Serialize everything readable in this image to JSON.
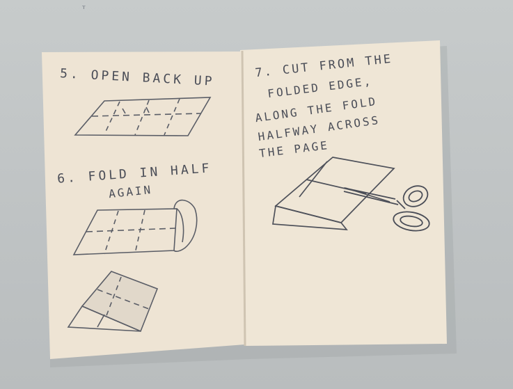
{
  "scene": {
    "background_color": "#c4c8c9",
    "paper_color": "#efe6d6"
  },
  "left_page": {
    "step5": "5. OPEN BACK UP",
    "step6_line1": "6. FOLD IN HALF",
    "step6_line2": "AGAIN"
  },
  "right_page": {
    "step7_lines": [
      "7. CUT FROM THE",
      "FOLDED EDGE,",
      "ALONG THE FOLD",
      "HALFWAY ACROSS",
      "THE PAGE"
    ]
  },
  "icons": {
    "scissors": "scissors-icon"
  }
}
